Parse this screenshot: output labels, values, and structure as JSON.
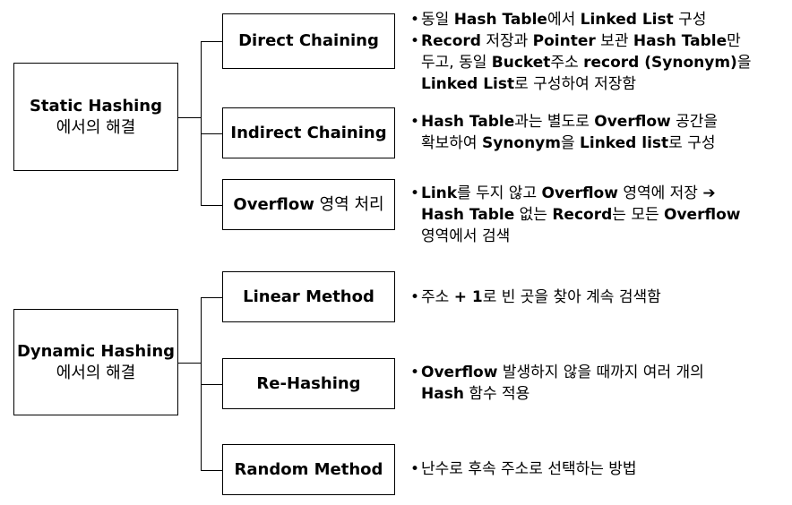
{
  "groups": [
    {
      "main_box": {
        "title": "Static Hashing",
        "subtitle": "에서의 해결"
      },
      "items": [
        {
          "label": "Direct Chaining",
          "description": [
            {
              "bullet": true,
              "parts": [
                {
                  "t": "동일 ",
                  "b": false
                },
                {
                  "t": "Hash Table",
                  "b": true
                },
                {
                  "t": "에서 ",
                  "b": false
                },
                {
                  "t": "Linked List",
                  "b": true
                },
                {
                  "t": " 구성",
                  "b": false
                }
              ]
            },
            {
              "bullet": true,
              "parts": [
                {
                  "t": "Record",
                  "b": true
                },
                {
                  "t": " 저장과 ",
                  "b": false
                },
                {
                  "t": "Pointer",
                  "b": true
                },
                {
                  "t": " 보관 ",
                  "b": false
                },
                {
                  "t": "Hash Table",
                  "b": true
                },
                {
                  "t": "만",
                  "b": false
                }
              ]
            },
            {
              "bullet": false,
              "parts": [
                {
                  "t": "두고, 동일 ",
                  "b": false
                },
                {
                  "t": "Bucket",
                  "b": true
                },
                {
                  "t": "주소 ",
                  "b": false
                },
                {
                  "t": "record (Synonym)",
                  "b": true
                },
                {
                  "t": "을",
                  "b": false
                }
              ]
            },
            {
              "bullet": false,
              "parts": [
                {
                  "t": "Linked List",
                  "b": true
                },
                {
                  "t": "로 구성하여 저장함",
                  "b": false
                }
              ]
            }
          ]
        },
        {
          "label": "Indirect Chaining",
          "description": [
            {
              "bullet": true,
              "parts": [
                {
                  "t": "Hash Table",
                  "b": true
                },
                {
                  "t": "과는 별도로 ",
                  "b": false
                },
                {
                  "t": "Overflow",
                  "b": true
                },
                {
                  "t": " 공간을",
                  "b": false
                }
              ]
            },
            {
              "bullet": false,
              "parts": [
                {
                  "t": "확보하여 ",
                  "b": false
                },
                {
                  "t": "Synonym",
                  "b": true
                },
                {
                  "t": "을 ",
                  "b": false
                },
                {
                  "t": "Linked list",
                  "b": true
                },
                {
                  "t": "로 구성",
                  "b": false
                }
              ]
            }
          ]
        },
        {
          "label": "Overflow 영역 처리",
          "label_parts": [
            {
              "t": "Overflow",
              "b": true
            },
            {
              "t": " 영역 처리",
              "b": false
            }
          ],
          "description": [
            {
              "bullet": true,
              "parts": [
                {
                  "t": "Link",
                  "b": true
                },
                {
                  "t": "를 두지 않고 ",
                  "b": false
                },
                {
                  "t": "Overflow",
                  "b": true
                },
                {
                  "t": " 영역에 저장 ",
                  "b": false
                },
                {
                  "t": "➔",
                  "b": true
                }
              ]
            },
            {
              "bullet": false,
              "parts": [
                {
                  "t": "Hash Table",
                  "b": true
                },
                {
                  "t": " 없는 ",
                  "b": false
                },
                {
                  "t": "Record",
                  "b": true
                },
                {
                  "t": "는 모든 ",
                  "b": false
                },
                {
                  "t": "Overflow",
                  "b": true
                }
              ]
            },
            {
              "bullet": false,
              "parts": [
                {
                  "t": "영역에서 검색",
                  "b": false
                }
              ]
            }
          ]
        }
      ]
    },
    {
      "main_box": {
        "title": "Dynamic Hashing",
        "subtitle": "에서의 해결"
      },
      "items": [
        {
          "label": "Linear Method",
          "description": [
            {
              "bullet": true,
              "parts": [
                {
                  "t": "주소 ",
                  "b": false
                },
                {
                  "t": "+ 1",
                  "b": true
                },
                {
                  "t": "로 빈 곳을 찾아 계속 검색함",
                  "b": false
                }
              ]
            }
          ]
        },
        {
          "label": "Re-Hashing",
          "description": [
            {
              "bullet": true,
              "parts": [
                {
                  "t": "Overflow",
                  "b": true
                },
                {
                  "t": " 발생하지 않을 때까지 여러 개의",
                  "b": false
                }
              ]
            },
            {
              "bullet": false,
              "parts": [
                {
                  "t": "Hash",
                  "b": true
                },
                {
                  "t": " 함수 적용",
                  "b": false
                }
              ]
            }
          ]
        },
        {
          "label": "Random Method",
          "description": [
            {
              "bullet": true,
              "parts": [
                {
                  "t": "난수로 후속 주소로 선택하는 방법",
                  "b": false
                }
              ]
            }
          ]
        }
      ]
    }
  ]
}
